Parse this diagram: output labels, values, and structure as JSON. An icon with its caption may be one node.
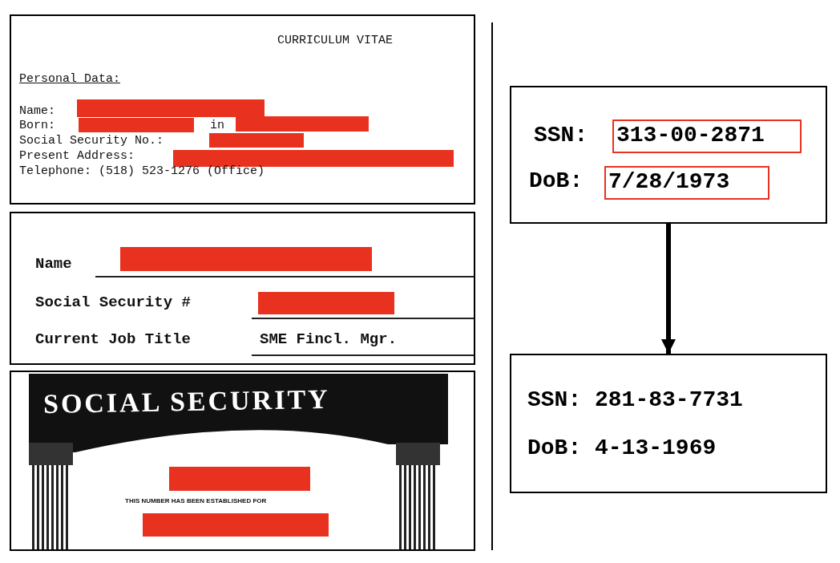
{
  "diagram": {
    "nodes": [
      {
        "text": [
          "CURRICULUM VITAE",
          "Personal Data:",
          "Name:",
          "Born:",
          "in",
          "Social Security No.:",
          "Present Address:",
          "Telephone: (518) 523-1276 (Office)"
        ]
      },
      {
        "text": [
          "Name",
          "Social Security #",
          "Current Job Title",
          "SME Fincl. Mgr."
        ]
      },
      {
        "text": [
          "SOCIAL SECURITY",
          "THIS NUMBER HAS BEEN ESTABLISHED FOR"
        ]
      },
      {
        "text": [
          "SSN:",
          "DoB:"
        ]
      },
      {
        "text": [
          "313-00-2871"
        ],
        "in": 3
      },
      {
        "text": [
          "7/28/1973"
        ],
        "in": 3
      },
      {
        "text": [
          "SSN: 281-83-7731",
          "DoB: 4-13-1969"
        ]
      }
    ],
    "edges": [
      {
        "from": 3,
        "to": 6,
        "arrow": "to"
      }
    ]
  }
}
